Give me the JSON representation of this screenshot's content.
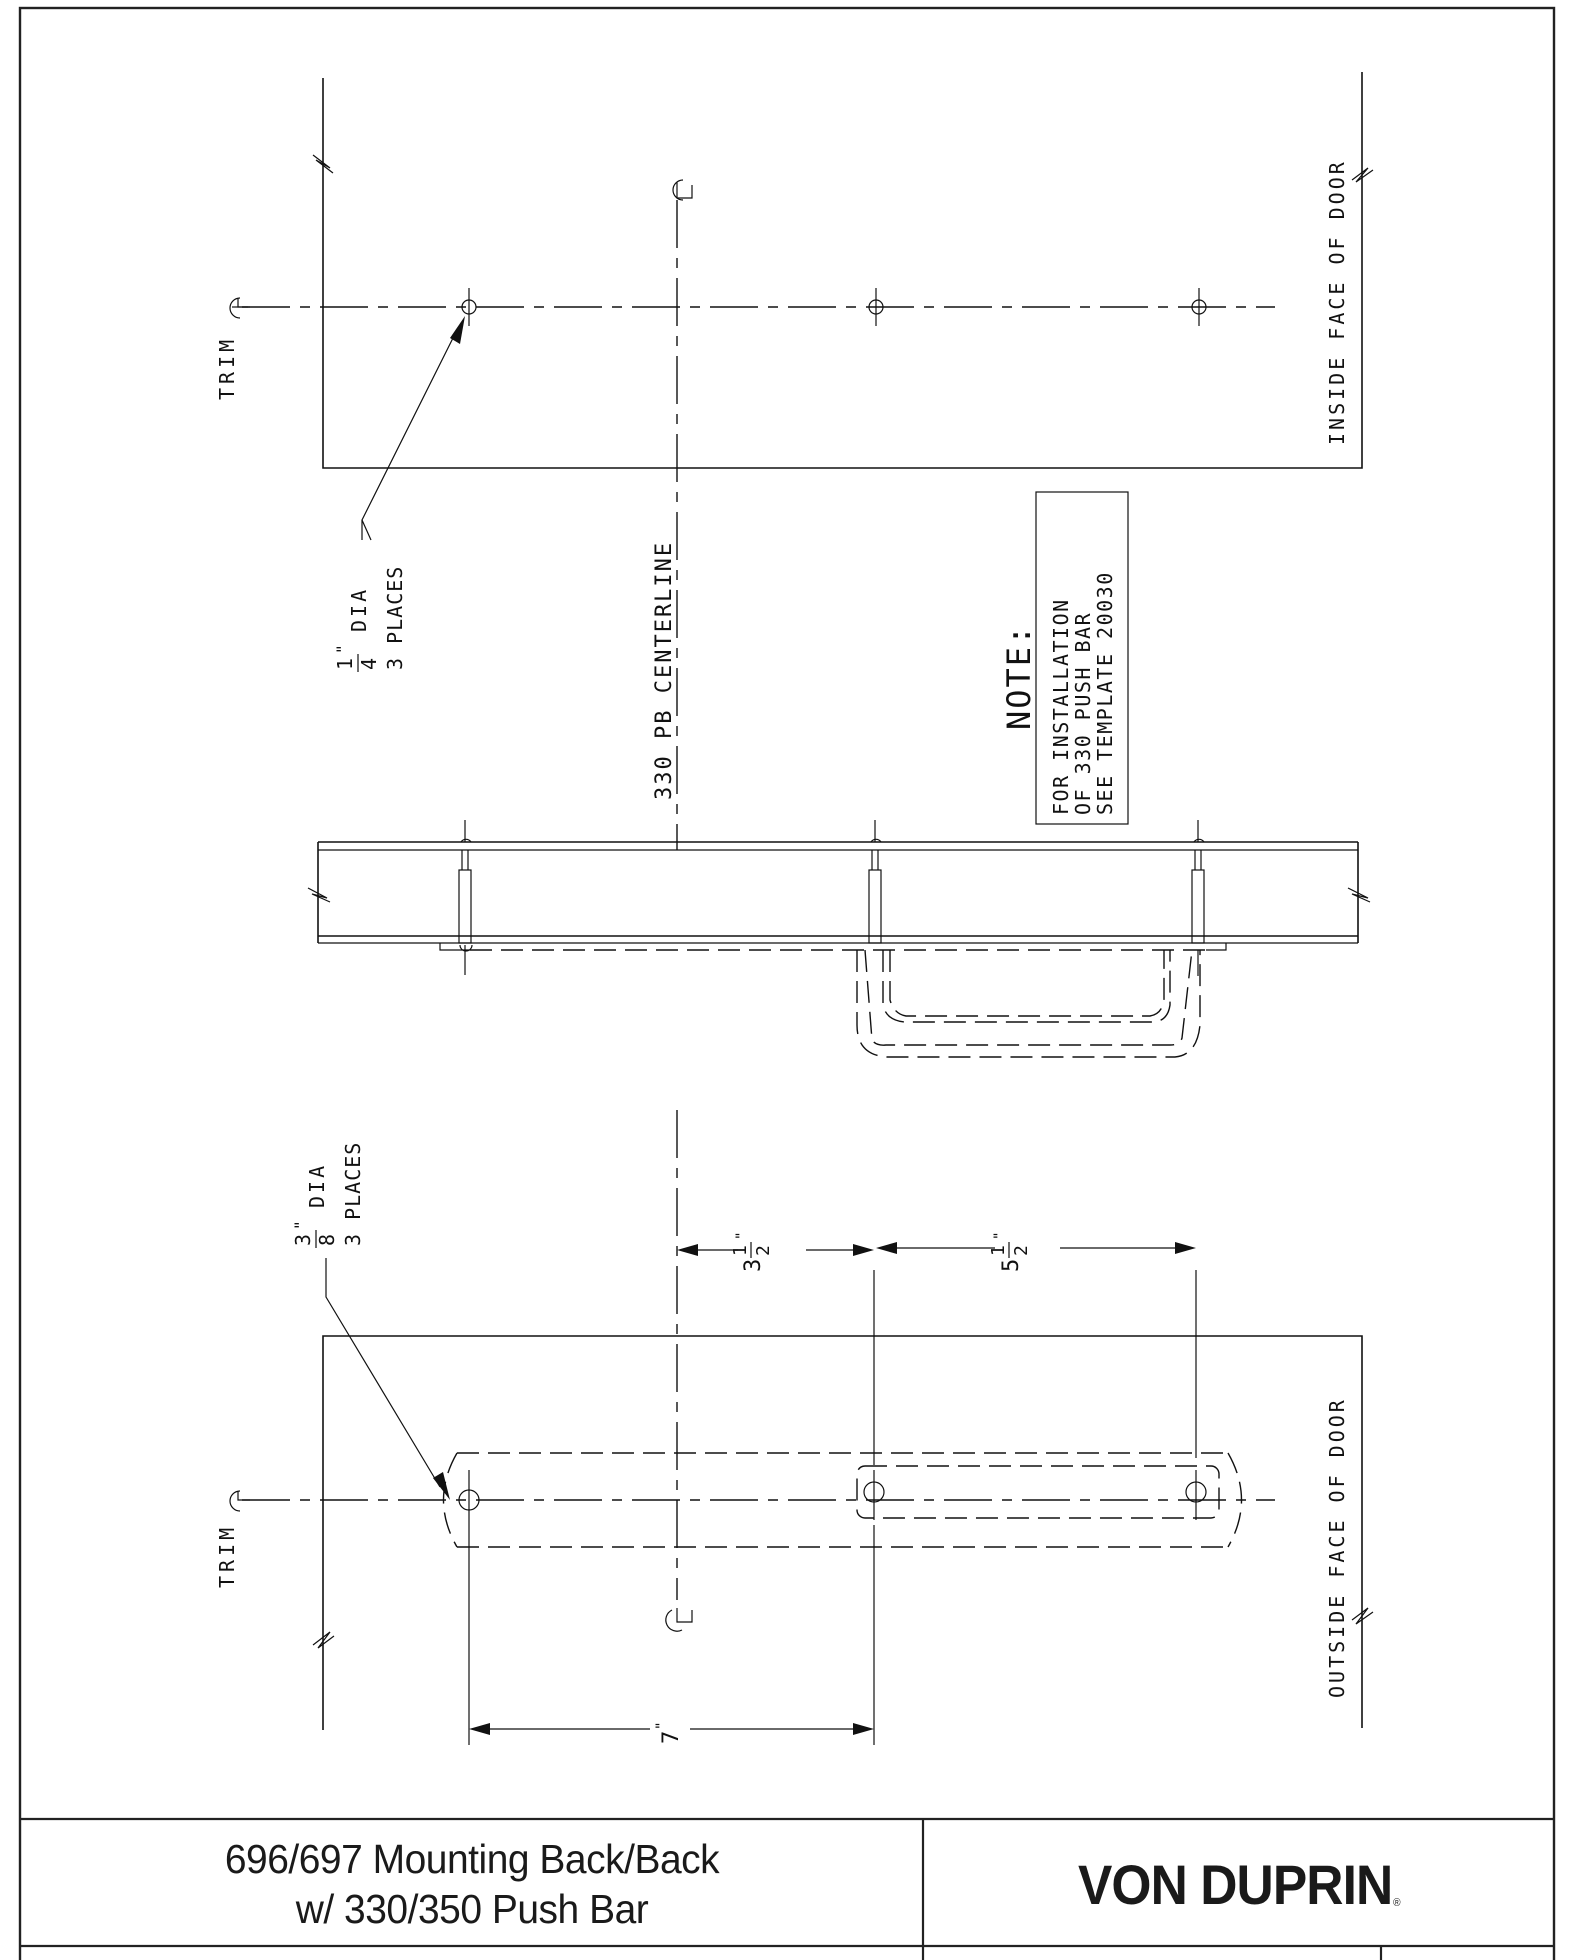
{
  "drawing": {
    "labels": {
      "trim_centerline_top": "TRIM",
      "trim_centerline_bottom": "TRIM",
      "inside_face": "INSIDE FACE OF DOOR",
      "outside_face": "OUTSIDE FACE OF DOOR",
      "pb_centerline": "330 PB CENTERLINE",
      "centerline_symbol": "℄"
    },
    "callouts": {
      "small_hole": {
        "fraction_num": "1",
        "fraction_den": "4",
        "unit": "\"",
        "suffix": "DIA",
        "places": "3 PLACES"
      },
      "large_hole": {
        "fraction_num": "3",
        "fraction_den": "8",
        "unit": "\"",
        "suffix": "DIA",
        "places": "3 PLACES"
      }
    },
    "note": {
      "heading": "NOTE:",
      "lines": [
        "FOR INSTALLATION",
        "OF 330 PUSH BAR",
        "SEE TEMPLATE 20030"
      ]
    },
    "dimensions": {
      "d1": {
        "whole": "3",
        "num": "1",
        "den": "2",
        "unit": "\"",
        "label": "3 1/2\""
      },
      "d2": {
        "whole": "5",
        "num": "1",
        "den": "2",
        "unit": "\"",
        "label": "5 1/2\""
      },
      "d3": {
        "whole": "7",
        "unit": "\"",
        "label": "7\""
      }
    }
  },
  "title_block": {
    "title_line1": "696/697 Mounting Back/Back",
    "title_line2": "w/ 330/350 Push Bar",
    "brand": "VON DUPRIN",
    "brand_mark": "®"
  }
}
